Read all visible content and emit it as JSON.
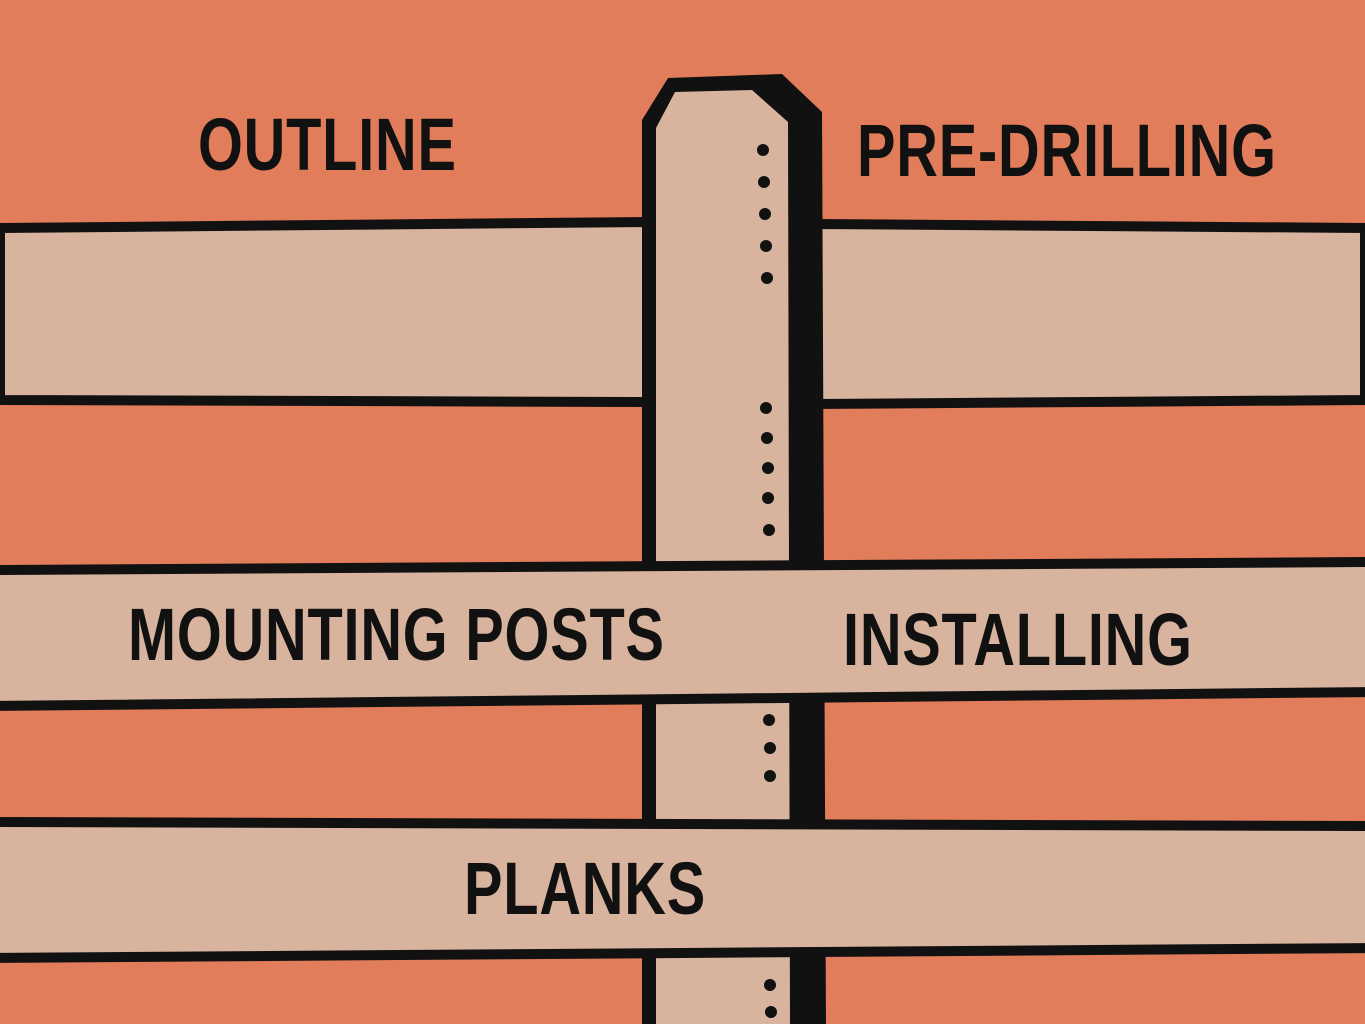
{
  "labels": {
    "outline": "OUTLINE",
    "pre_drilling": "PRE-DRILLING",
    "mounting_posts": "MOUNTING POSTS",
    "installing": "INSTALLING",
    "planks": "PLANKS"
  },
  "colors": {
    "background": "#E27D5B",
    "wood": "#D8B39E",
    "outline": "#111111"
  }
}
